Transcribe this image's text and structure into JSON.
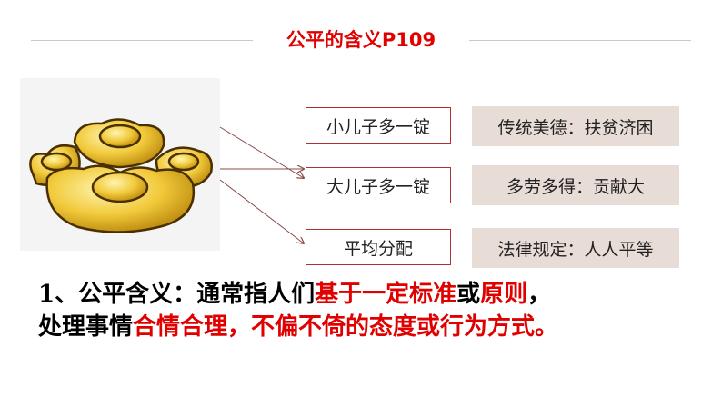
{
  "title": "公平的含义P109",
  "rows": [
    {
      "left": "小儿子多一锭",
      "right": "传统美德：扶贫济困"
    },
    {
      "left": "大儿子多一锭",
      "right": "多劳多得：贡献大"
    },
    {
      "left": "平均分配",
      "right": "法律规定：人人平等"
    }
  ],
  "definition": {
    "line1": {
      "prefix": "1、公平含义：通常指人们",
      "red1": "基于一定标准",
      "mid": "或",
      "red2": "原则",
      "end": "，"
    },
    "line2": {
      "prefix": "处理事情",
      "red1": "合情合理，不偏不倚的态度或行为方式。"
    }
  },
  "colors": {
    "accent_red": "#e00000",
    "box_fill": "#e8dcd6",
    "box_border": "#b03030"
  },
  "image": {
    "icon": "gold-ingots-icon"
  }
}
